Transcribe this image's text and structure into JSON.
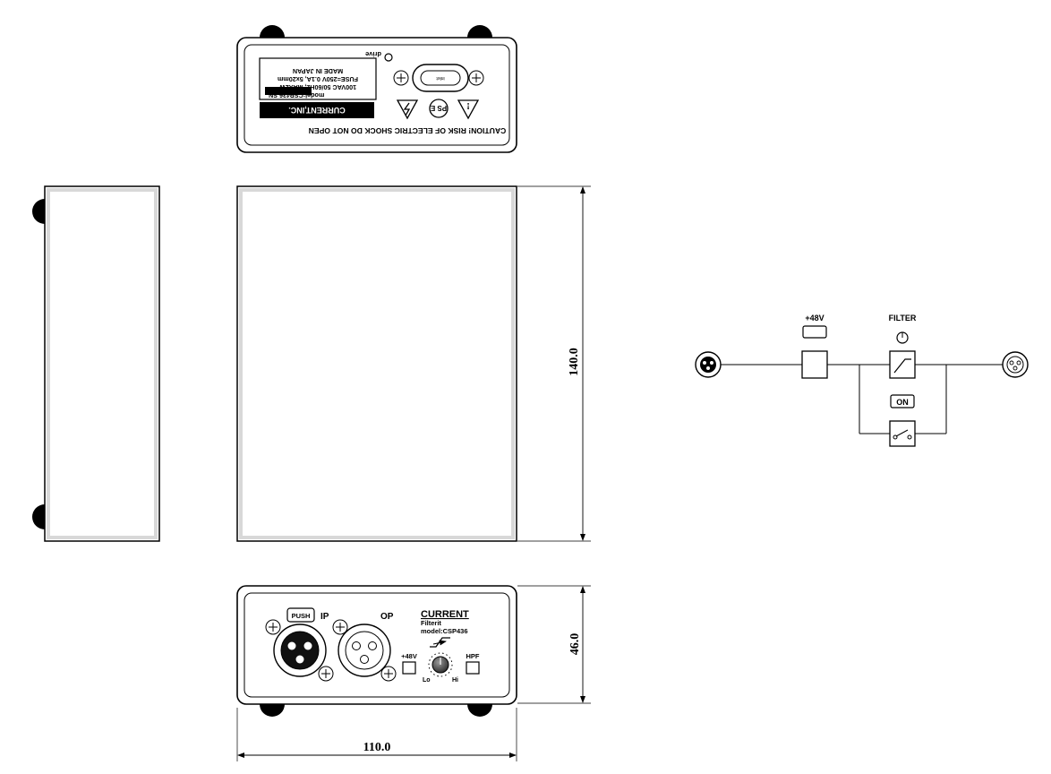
{
  "rear_panel": {
    "caution": "CAUTION! RISK OF ELECTRIC SHOCK DO NOT OPEN",
    "brand_plate": "CURRENT,INC.",
    "model_line": "model:CSP436 SN",
    "power_line": "100VAC 50/60Hz, MAX2W",
    "fuse_line": "FUSE=250V 0.1A, 5x20mm",
    "origin_line": "MADE IN JAPAN",
    "drive_label": "drive",
    "inlet_label": "inlet",
    "pse_label": "PS E"
  },
  "front_panel": {
    "push_label": "PUSH",
    "input_label": "IP",
    "output_label": "OP",
    "brand": "CURRENT",
    "product": "Filterit",
    "model": "model:CSP436",
    "phantom_label": "+48V",
    "hpf_label": "HPF",
    "knob_lo": "Lo",
    "knob_hi": "Hi"
  },
  "dimensions": {
    "depth": "140.0",
    "height": "46.0",
    "width": "110.0"
  },
  "block_diagram": {
    "phantom_label": "+48V",
    "filter_label": "FILTER",
    "on_label": "ON"
  },
  "colors": {
    "line": "#000000",
    "panel_fill": "#ffffff",
    "bezel": "#d8d8d8"
  }
}
